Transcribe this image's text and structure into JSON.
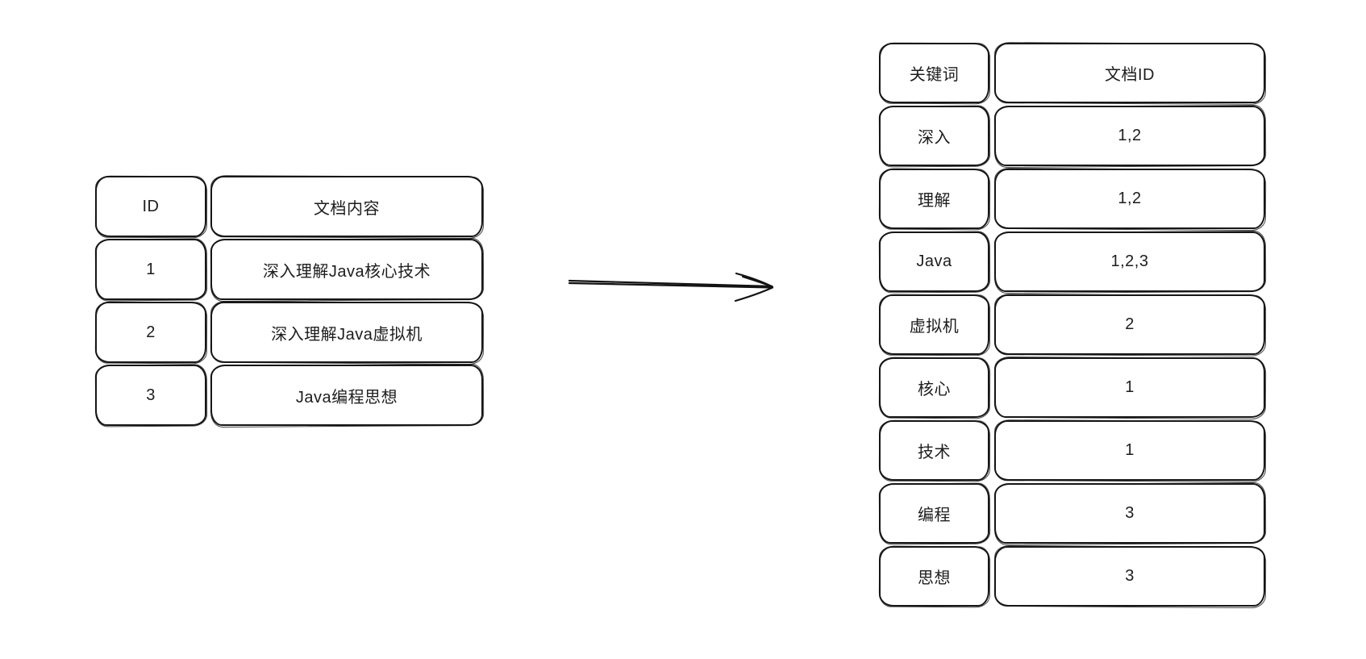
{
  "canvas": {
    "background": "#ffffff",
    "ink_color": "#161616",
    "text_color": "#1d1d1d"
  },
  "doc_table": {
    "headers": {
      "id": "ID",
      "content": "文档内容"
    },
    "rows": [
      {
        "id": "1",
        "content": "深入理解Java核心技术"
      },
      {
        "id": "2",
        "content": "深入理解Java虚拟机"
      },
      {
        "id": "3",
        "content": "Java编程思想"
      }
    ]
  },
  "arrow": {
    "direction": "right"
  },
  "index_table": {
    "headers": {
      "keyword": "关键词",
      "doc_ids": "文档ID"
    },
    "rows": [
      {
        "keyword": "深入",
        "doc_ids": "1,2"
      },
      {
        "keyword": "理解",
        "doc_ids": "1,2"
      },
      {
        "keyword": "Java",
        "doc_ids": "1,2,3"
      },
      {
        "keyword": "虚拟机",
        "doc_ids": "2"
      },
      {
        "keyword": "核心",
        "doc_ids": "1"
      },
      {
        "keyword": "技术",
        "doc_ids": "1"
      },
      {
        "keyword": "编程",
        "doc_ids": "3"
      },
      {
        "keyword": "思想",
        "doc_ids": "3"
      }
    ]
  }
}
